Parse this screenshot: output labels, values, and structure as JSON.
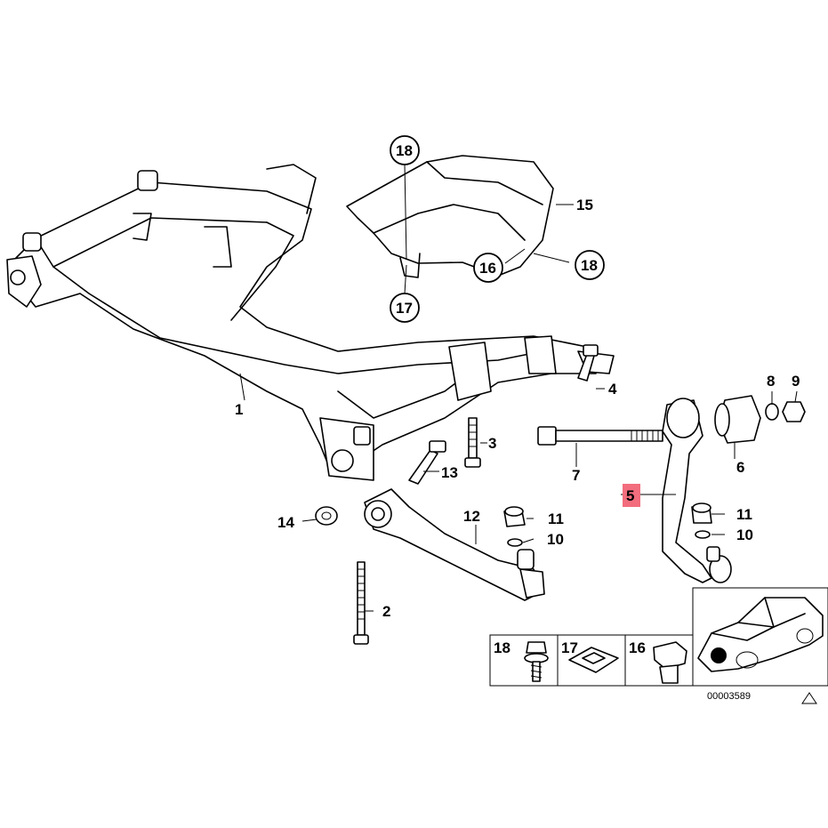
{
  "diagram": {
    "labels": {
      "p1": "1",
      "p2": "2",
      "p3": "3",
      "p4": "4",
      "p5": "5",
      "p6": "6",
      "p7": "7",
      "p8": "8",
      "p9": "9",
      "p10a": "10",
      "p10b": "10",
      "p11a": "11",
      "p11b": "11",
      "p12": "12",
      "p13": "13",
      "p14": "14",
      "p15": "15",
      "p16": "16",
      "p17": "17",
      "p18a": "18",
      "p18b": "18"
    },
    "legend": {
      "l18": "18",
      "l17": "17",
      "l16": "16"
    },
    "highlight_color": "#f26d7d",
    "diagram_number": "00003589"
  }
}
